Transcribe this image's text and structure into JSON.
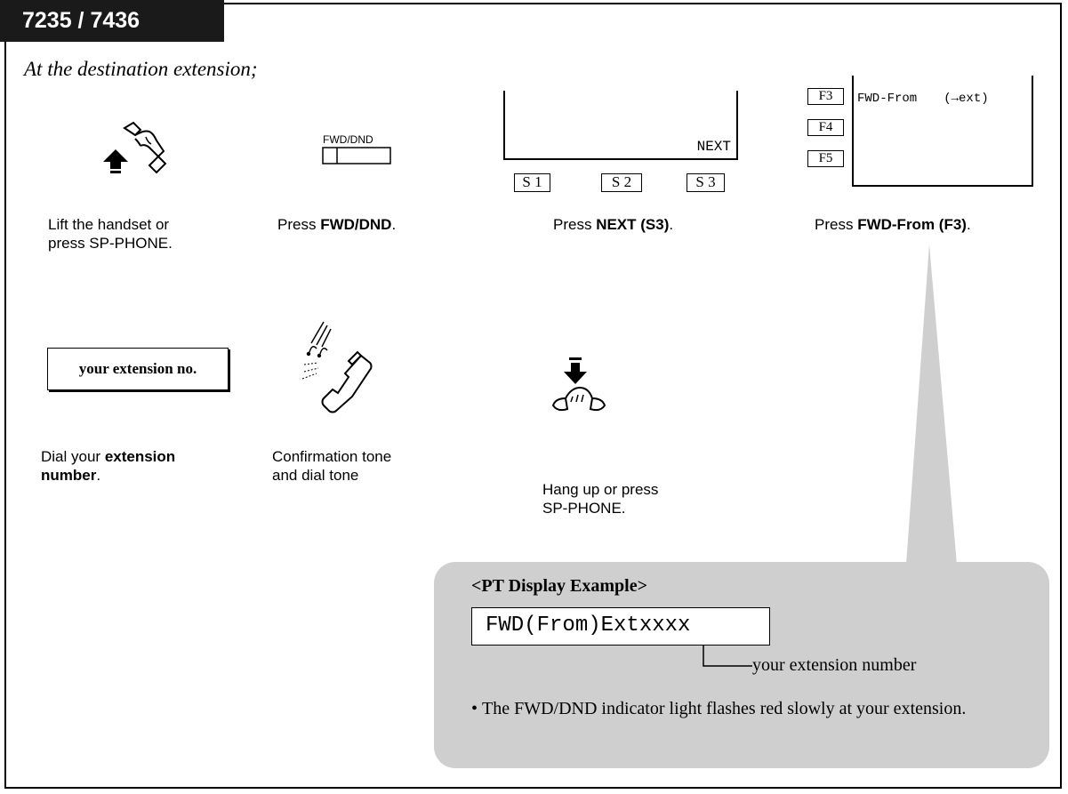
{
  "header": {
    "title": "7235 / 7436"
  },
  "intro": "At the destination extension;",
  "steps": {
    "lift": {
      "line1": "Lift the handset or",
      "line2": "press SP-PHONE."
    },
    "fwd": {
      "pre": "Press ",
      "bold": "FWD/DND",
      "post": ".",
      "button_label": "FWD/DND"
    },
    "next": {
      "pre": "Press ",
      "bold": "NEXT (S3)",
      "post": ".",
      "display_text": "NEXT",
      "soft_keys": [
        "S 1",
        "S 2",
        "S 3"
      ]
    },
    "fwdfrom": {
      "pre": "Press ",
      "bold": "FWD-From (F3)",
      "post": ".",
      "display_label": "FWD-From",
      "display_arrow": "(→ext)",
      "f_keys": [
        "F3",
        "F4",
        "F5"
      ]
    },
    "dial": {
      "box_text": "your extension no.",
      "pre": "Dial your ",
      "bold1": "extension",
      "bold2": "number",
      "post": "."
    },
    "tone": {
      "line1": "Confirmation tone",
      "line2": "and dial tone"
    },
    "hangup": {
      "line1": "Hang up or press",
      "line2": "SP-PHONE."
    }
  },
  "callout": {
    "title": "<PT Display Example>",
    "display": "FWD(From)Extxxxx",
    "label": "your extension number",
    "bullet": "•",
    "note": "The FWD/DND indicator light flashes red slowly at your extension."
  },
  "colors": {
    "header_bg": "#1a1a1a",
    "callout_bg": "#cfcfcf"
  },
  "icons": [
    "handset-lift-icon",
    "fwd-dnd-button-icon",
    "handset-ringing-icon",
    "hang-up-icon"
  ]
}
